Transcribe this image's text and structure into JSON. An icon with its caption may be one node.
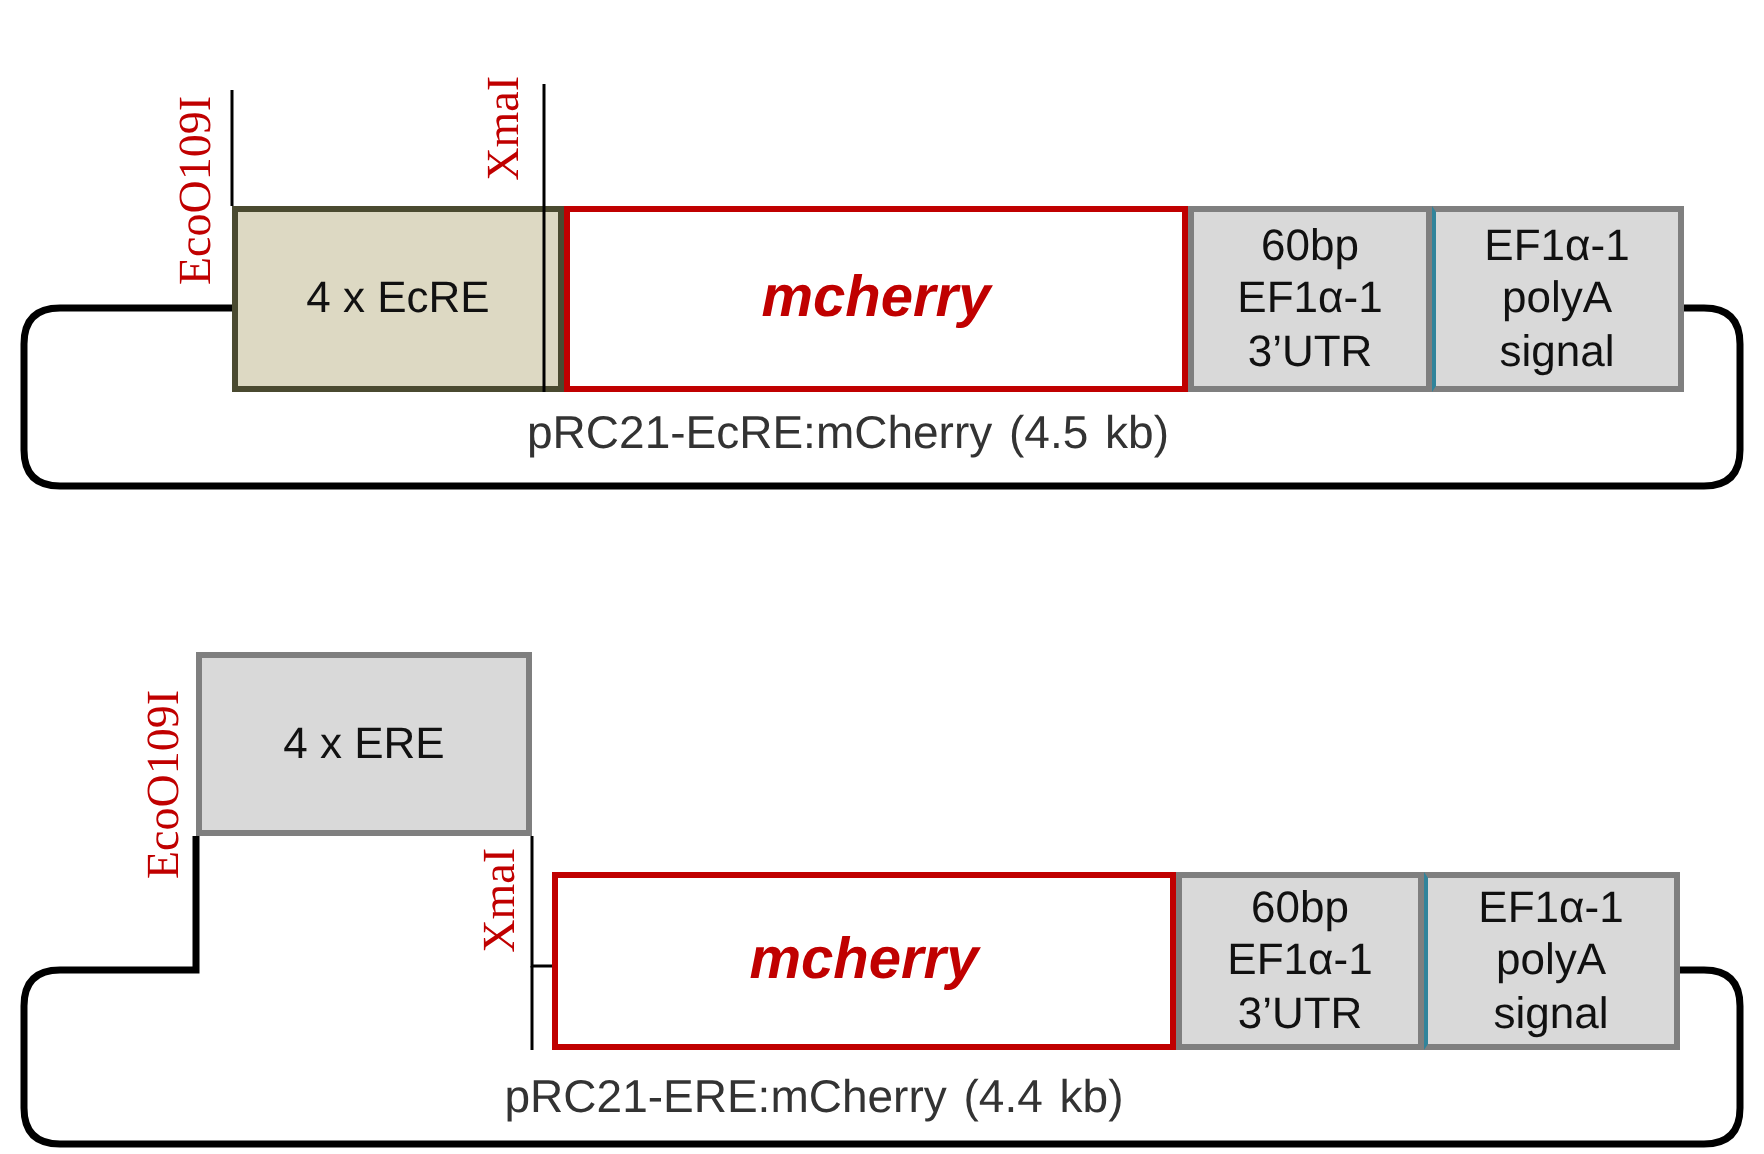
{
  "diagram": {
    "nodes": [
      {
        "text": [
          "4 x EcRE"
        ]
      },
      {
        "text": [
          "mcherry"
        ]
      },
      {
        "text": [
          "60bp EF1α-1 3’UTR"
        ]
      },
      {
        "text": [
          "EF1α-1 polyA signal"
        ]
      },
      {
        "text": [
          "4 x ERE"
        ]
      },
      {
        "text": [
          "mcherry"
        ]
      },
      {
        "text": [
          "60bp EF1α-1 3’UTR"
        ]
      },
      {
        "text": [
          "EF1α-1 polyA signal"
        ]
      }
    ],
    "edges": [
      {
        "from": 3,
        "to": 0,
        "arrow": "none"
      },
      {
        "from": 7,
        "to": 4,
        "arrow": "none"
      },
      {
        "from": 4,
        "to": 5,
        "arrow": "none"
      }
    ],
    "labels": [
      "EcoO109I",
      "XmaI",
      "pRC21-EcRE:mCherry (4.5 kb)",
      "EcoO109I",
      "XmaI",
      "pRC21-ERE:mCherry (4.4 kb)"
    ]
  }
}
